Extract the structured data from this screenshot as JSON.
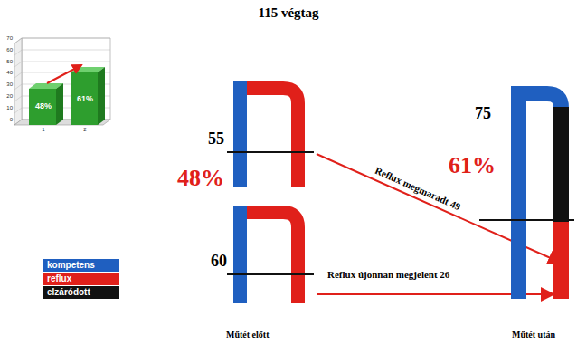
{
  "diagram": {
    "title": "115 végtag",
    "nodes": [
      {
        "text": [
          "55"
        ]
      },
      {
        "text": [
          "60"
        ]
      },
      {
        "text": [
          "75"
        ]
      }
    ],
    "edges": [
      {
        "from": 0,
        "to": 2,
        "label": "Reflux megmaradt 49",
        "arrow": "to"
      },
      {
        "from": 1,
        "to": 2,
        "label": "Reflux újonnan megjelent 26",
        "arrow": "to"
      }
    ],
    "labels": [
      "48%",
      "61%",
      "70",
      "60",
      "50",
      "40",
      "30",
      "20",
      "10",
      "0",
      "1",
      "2",
      "48%",
      "61%",
      "Műtét előtt",
      "Műtét után"
    ],
    "legend": [
      {
        "text": "kompetens",
        "color": "#1f5fc0"
      },
      {
        "text": "reflux",
        "color": "#e0201a"
      },
      {
        "text": "elzáródott",
        "color": "#111111"
      }
    ]
  }
}
